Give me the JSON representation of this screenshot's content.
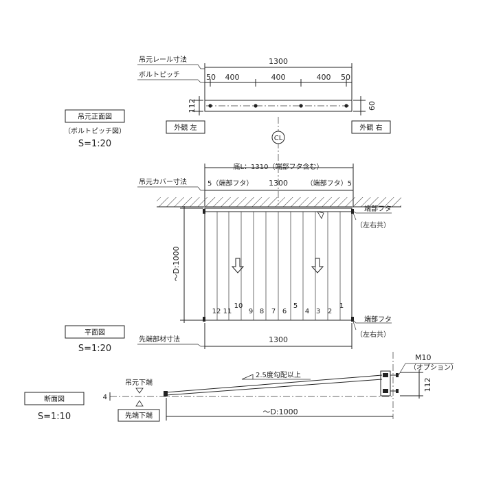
{
  "front_view": {
    "rail_label": "吊元レール寸法",
    "rail_total": "1300",
    "bolt_label": "ボルトピッチ",
    "pitches": [
      "50",
      "400",
      "400",
      "400",
      "50"
    ],
    "height_left": "112",
    "height_right": "60",
    "exterior_left": "外観 左",
    "exterior_right": "外観 右",
    "title": "吊元正面図",
    "subtitle": "（ボルトピッチ図）",
    "scale": "S=1:20"
  },
  "centerline_symbol": "CL",
  "plan_view": {
    "base_width": "底L：1310（端部フタ含む）",
    "cover_label": "吊元カバー寸法",
    "cover_left": "5（端部フタ）",
    "cover_center": "1300",
    "cover_right": "（端部フタ）5",
    "depth": "～D:1000",
    "end_cap_top": "端部フタ",
    "end_cap_top_sub": "（左右共）",
    "end_cap_bottom": "端部フタ",
    "end_cap_bottom_sub": "（左右共）",
    "slats": [
      "12",
      "11",
      "10",
      "9",
      "8",
      "7",
      "6",
      "5",
      "4",
      "3",
      "2",
      "1"
    ],
    "tip_label": "先端部材寸法",
    "tip_total": "1300",
    "title": "平面図",
    "scale": "S=1:20"
  },
  "section_view": {
    "slope": "2.5度勾配以上",
    "bolt": "M10",
    "bolt_sub": "（オプション）",
    "height": "112",
    "hanger_bottom": "吊元下端",
    "tip_bottom": "先端下端",
    "depth": "～D:1000",
    "title": "断面図",
    "scale": "S=1:10"
  }
}
